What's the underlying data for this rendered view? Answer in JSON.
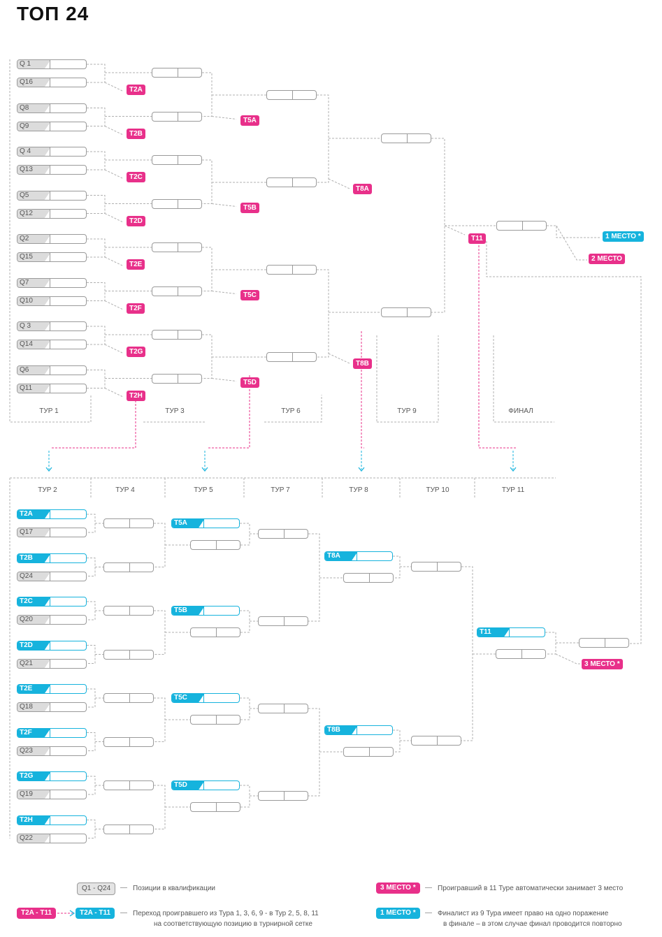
{
  "title": "ТОП 24",
  "top_rounds": [
    "ТУР 1",
    "ТУР 3",
    "ТУР 6",
    "ТУР 9",
    "ФИНАЛ"
  ],
  "bottom_rounds": [
    "ТУР 2",
    "ТУР 4",
    "ТУР 5",
    "ТУР 7",
    "ТУР 8",
    "ТУР 10",
    "ТУР 11"
  ],
  "upper": {
    "tur1": [
      "Q 1",
      "Q16",
      "Q8",
      "Q9",
      "Q 4",
      "Q13",
      "Q5",
      "Q12",
      "Q2",
      "Q15",
      "Q7",
      "Q10",
      "Q 3",
      "Q14",
      "Q6",
      "Q11"
    ],
    "tur1_tags": [
      "T2A",
      "T2B",
      "T2C",
      "T2D",
      "T2E",
      "T2F",
      "T2G",
      "T2H"
    ],
    "tur3_tags": [
      "T5A",
      "T5B",
      "T5C",
      "T5D"
    ],
    "tur6_tags": [
      "T8A",
      "T8B"
    ],
    "tur9_tag": "T11",
    "final_places": [
      "1 МЕСТО",
      "2 МЕСТО"
    ]
  },
  "lower": {
    "tur2_cyan": [
      "T2A",
      "T2B",
      "T2C",
      "T2D",
      "T2E",
      "T2F",
      "T2G",
      "T2H"
    ],
    "tur2_q": [
      "Q17",
      "Q24",
      "Q20",
      "Q21",
      "Q18",
      "Q23",
      "Q19",
      "Q22"
    ],
    "tur5_cyan": [
      "T5A",
      "T5B",
      "T5C",
      "T5D"
    ],
    "tur8_cyan": [
      "T8A",
      "T8B"
    ],
    "tur11_cyan": "T11",
    "third_place": "3 МЕСТО"
  },
  "legend": {
    "q_range": "Q1 - Q24",
    "q_desc": "Позиции в квалификации",
    "transfer_from": "T2A - T11",
    "transfer_to": "T2A - T11",
    "transfer_desc_1": "Переход проигравшего из Тура 1, 3, 6, 9 - в Тур 2, 5, 8, 11",
    "transfer_desc_2": "на соответствующую позицию в турнирной сетке",
    "third": "3 МЕСТО",
    "third_desc": "Проигравший в 11 Туре автоматически занимает 3 место",
    "first": "1 МЕСТО",
    "first_desc_1": "Финалист из 9 Тура имеет право на одно поражение",
    "first_desc_2": "в финале – в этом случае финал проводится повторно",
    "dash": "—",
    "star": "*"
  },
  "colors": {
    "magenta": "#e8308a",
    "cyan": "#16b3dd",
    "grey": "#9a9a9a"
  }
}
